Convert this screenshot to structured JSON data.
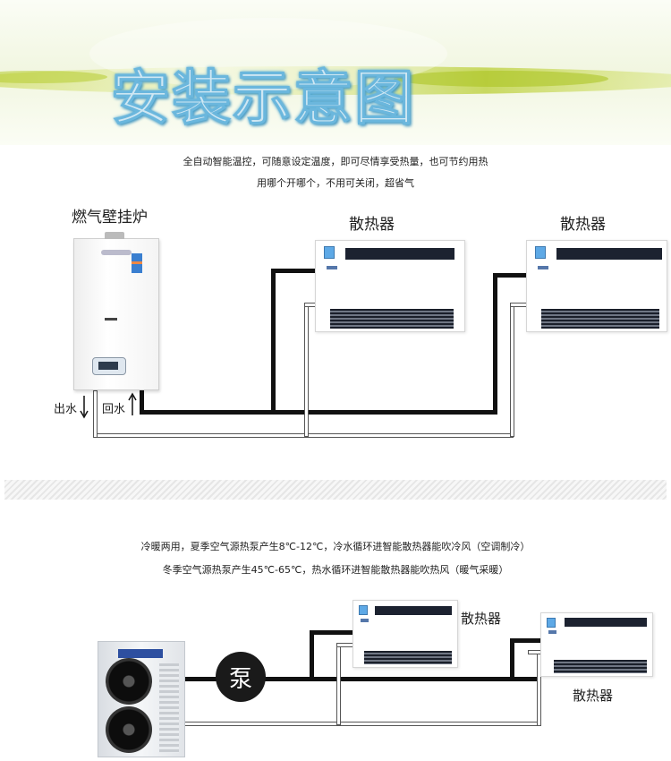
{
  "banner": {
    "title": "安装示意图"
  },
  "section1": {
    "desc_line1": "全自动智能温控，可随意设定温度，即可尽情享受热量，也可节约用热",
    "desc_line2": "用哪个开哪个，不用可关闭，超省气",
    "boiler_label": "燃气壁挂炉",
    "radiator1_label": "散热器",
    "radiator2_label": "散热器",
    "outflow_label": "出水",
    "return_label": "回水"
  },
  "section2": {
    "desc_line1": "冷暖两用，夏季空气源热泵产生8℃-12℃，冷水循环进智能散热器能吹冷风（空调制冷）",
    "desc_line2": "冬季空气源热泵产生45℃-65℃，热水循环进智能散热器能吹热风（暖气采暖）",
    "pump_label": "泵",
    "radiator1_label": "散热器",
    "radiator2_label": "散热器"
  },
  "colors": {
    "banner_title": "#cfe7f3",
    "banner_title_outline": "#5aaed6",
    "banner_swoosh": "#b9cf3a",
    "pipe": "#111111",
    "vent": "#1c2230",
    "lcd": "#5ea9e6"
  },
  "icons": {
    "outflow_arrow": "arrow-down-icon",
    "return_arrow": "arrow-up-icon"
  }
}
